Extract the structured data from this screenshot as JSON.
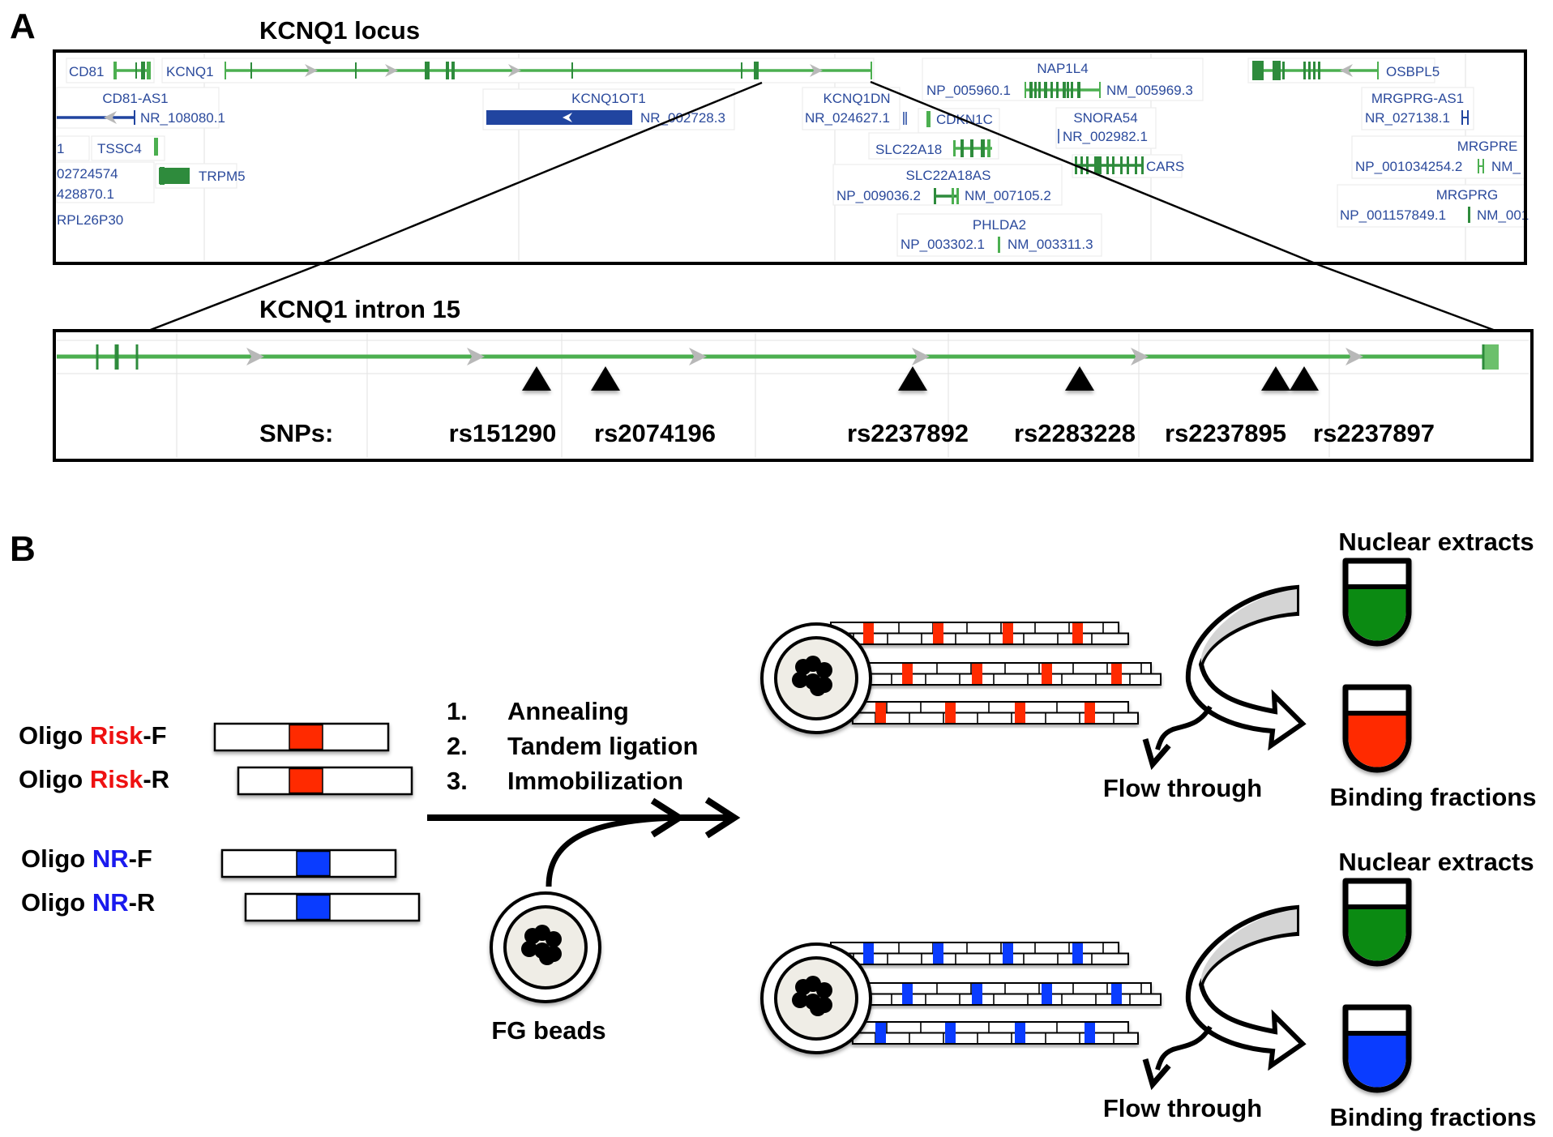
{
  "panel_a": {
    "letter": "A",
    "locus_title": "KCNQ1 locus",
    "intron_title": "KCNQ1 intron 15",
    "colors": {
      "gene_green": "#4caf50",
      "exon_green": "#2e8b3c",
      "ncrna_blue": "#2145a0",
      "label_blue": "#2b4a9c",
      "arrow_grey": "#b8b8b8"
    },
    "locus_genes": [
      {
        "label": "CD81",
        "type": "coding"
      },
      {
        "label": "KCNQ1",
        "type": "coding"
      },
      {
        "label": "CD81-AS1",
        "type": "ncrna"
      },
      {
        "label": "NR_108080.1",
        "type": "ncrna"
      },
      {
        "label": "KCNQ1OT1",
        "type": "ncrna"
      },
      {
        "label": "NR_002728.3",
        "type": "ncrna"
      },
      {
        "label": "1",
        "type": "coding"
      },
      {
        "label": "TSSC4",
        "type": "coding"
      },
      {
        "label": "02724574",
        "type": "coding"
      },
      {
        "label": "428870.1",
        "type": "coding"
      },
      {
        "label": "TRPM5",
        "type": "coding"
      },
      {
        "label": "RPL26P30",
        "type": "pseudo"
      },
      {
        "label": "KCNQ1DN",
        "type": "ncrna"
      },
      {
        "label": "NR_024627.1",
        "type": "ncrna"
      },
      {
        "label": "CDKN1C",
        "type": "coding"
      },
      {
        "label": "SLC22A18",
        "type": "coding"
      },
      {
        "label": "SLC22A18AS",
        "type": "coding"
      },
      {
        "label": "NP_009036.2",
        "type": "coding"
      },
      {
        "label": "NM_007105.2",
        "type": "coding"
      },
      {
        "label": "PHLDA2",
        "type": "coding"
      },
      {
        "label": "NP_003302.1",
        "type": "coding"
      },
      {
        "label": "NM_003311.3",
        "type": "coding"
      },
      {
        "label": "NAP1L4",
        "type": "coding"
      },
      {
        "label": "NP_005960.1",
        "type": "coding"
      },
      {
        "label": "NM_005969.3",
        "type": "coding"
      },
      {
        "label": "SNORA54",
        "type": "ncrna"
      },
      {
        "label": "NR_002982.1",
        "type": "ncrna"
      },
      {
        "label": "CARS",
        "type": "coding"
      },
      {
        "label": "OSBPL5",
        "type": "coding"
      },
      {
        "label": "MRGPRG-AS1",
        "type": "ncrna"
      },
      {
        "label": "NR_027138.1",
        "type": "ncrna"
      },
      {
        "label": "MRGPRE",
        "type": "coding"
      },
      {
        "label": "NP_001034254.2",
        "type": "coding"
      },
      {
        "label": "NM_",
        "type": "coding"
      },
      {
        "label": "MRGPRG",
        "type": "coding"
      },
      {
        "label": "NP_001157849.1",
        "type": "coding"
      },
      {
        "label": "NM_001",
        "type": "coding"
      }
    ],
    "snps_label": "SNPs:",
    "snps": [
      "rs151290",
      "rs2074196",
      "rs2237892",
      "rs2283228",
      "rs2237895",
      "rs2237897"
    ]
  },
  "panel_b": {
    "letter": "B",
    "colors": {
      "risk": "#ff2a00",
      "risk_text": "#ee1111",
      "nr": "#0a3cff",
      "nr_text": "#1a1aee",
      "extract_green": "#0b8a12",
      "bead_fill": "#efede6",
      "arrow_fill": "#d4d4d4"
    },
    "oligos": [
      {
        "prefix": "Oligo ",
        "allele": "Risk",
        "suffix": "-F",
        "group": "risk"
      },
      {
        "prefix": "Oligo ",
        "allele": "Risk",
        "suffix": "-R",
        "group": "risk"
      },
      {
        "prefix": "Oligo ",
        "allele": "NR",
        "suffix": "-F",
        "group": "nr"
      },
      {
        "prefix": "Oligo ",
        "allele": "NR",
        "suffix": "-R",
        "group": "nr"
      }
    ],
    "steps": [
      {
        "num": "1.",
        "text": "Annealing"
      },
      {
        "num": "2.",
        "text": "Tandem ligation"
      },
      {
        "num": "3.",
        "text": "Immobilization"
      }
    ],
    "beads_label": "FG beads",
    "rows": [
      {
        "group": "risk",
        "nuclear_extracts_label": "Nuclear extracts",
        "flow_through_label": "Flow through",
        "binding_fractions_label": "Binding fractions"
      },
      {
        "group": "nr",
        "nuclear_extracts_label": "Nuclear extracts",
        "flow_through_label": "Flow through",
        "binding_fractions_label": "Binding fractions"
      }
    ]
  }
}
